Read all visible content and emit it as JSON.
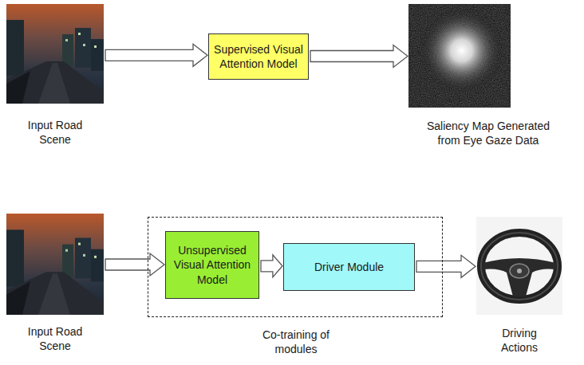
{
  "diagram": {
    "nodes": [
      {
        "text": [
          "Input Road Scene"
        ]
      },
      {
        "text": [
          "Supervised Visual Attention Model"
        ]
      },
      {
        "text": [
          "Saliency Map Generated from Eye Gaze Data"
        ]
      },
      {
        "text": [
          "Input Road Scene"
        ]
      },
      {
        "text": [
          "Co-training of modules"
        ]
      },
      {
        "text": [
          "Unsupervised Visual Attention Model"
        ],
        "in": 4
      },
      {
        "text": [
          "Driver Module"
        ],
        "in": 4
      },
      {
        "text": [
          "Driving Actions"
        ]
      }
    ],
    "edges": [
      {
        "from": 0,
        "to": 1,
        "arrow": "to"
      },
      {
        "from": 1,
        "to": 2,
        "arrow": "to"
      },
      {
        "from": 3,
        "to": 5,
        "arrow": "to"
      },
      {
        "from": 5,
        "to": 6,
        "arrow": "to"
      },
      {
        "from": 6,
        "to": 7,
        "arrow": "to"
      }
    ]
  }
}
